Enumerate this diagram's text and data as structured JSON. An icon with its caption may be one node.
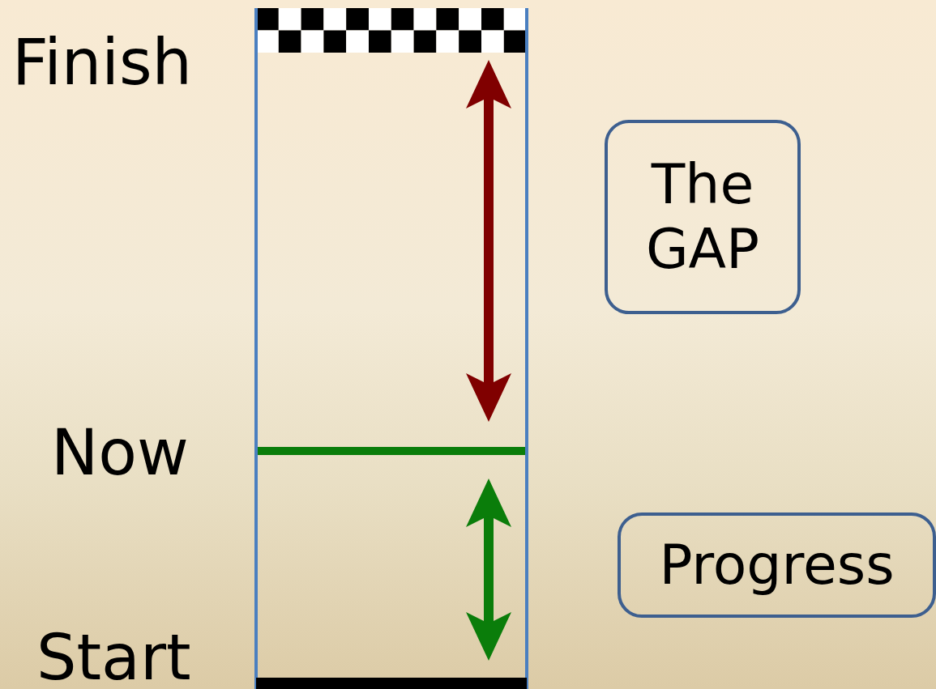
{
  "diagram": {
    "nodes": [
      {
        "text": [
          "The GAP"
        ]
      },
      {
        "text": [
          "Progress"
        ]
      }
    ],
    "labels": [
      "Finish",
      "Now",
      "Start"
    ]
  }
}
